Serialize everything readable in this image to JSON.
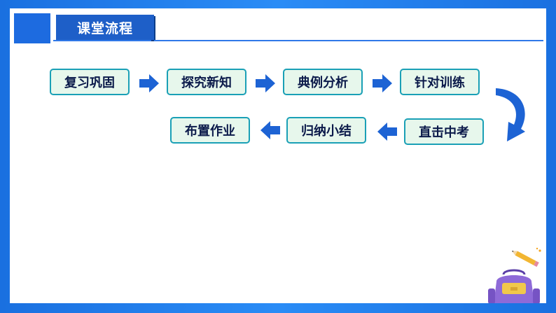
{
  "header": {
    "title": "课堂流程"
  },
  "flow": {
    "row1": [
      "复习巩固",
      "探究新知",
      "典例分析",
      "针对训练"
    ],
    "row2": [
      "直击中考",
      "归纳小结",
      "布置作业"
    ]
  },
  "colors": {
    "frame_blue": "#1a70e0",
    "title_bg": "#1e5fc8",
    "box_fill": "#e7f7ec",
    "box_border": "#1aa0b6",
    "arrow_blue": "#1d63d4"
  },
  "decorations": [
    "pencil-icon",
    "backpack-icon"
  ]
}
